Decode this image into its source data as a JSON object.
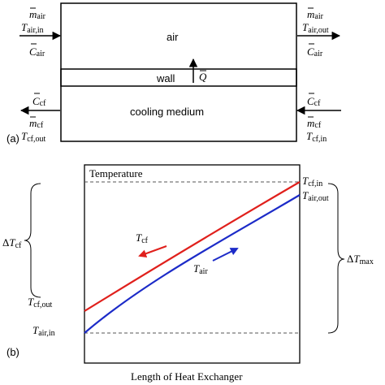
{
  "panel_a": {
    "label": "(a)",
    "air_label": "air",
    "wall_label": "wall",
    "cooling_label": "cooling medium",
    "q_symbol": "Q",
    "left_top": {
      "m": "m",
      "m_sub": "air",
      "t": "T",
      "t_sub": "air,in",
      "c": "C",
      "c_sub": "air"
    },
    "right_top": {
      "m": "m",
      "m_sub": "air",
      "t": "T",
      "t_sub": "air,out",
      "c": "C",
      "c_sub": "air"
    },
    "left_bottom": {
      "c": "C",
      "c_sub": "cf",
      "m": "m",
      "m_sub": "cf",
      "t": "T",
      "t_sub": "cf,out"
    },
    "right_bottom": {
      "c": "C",
      "c_sub": "cf",
      "m": "m",
      "m_sub": "cf",
      "t": "T",
      "t_sub": "cf,in"
    }
  },
  "panel_b": {
    "label": "(b)",
    "y_title": "Temperature",
    "x_title": "Length of Heat Exchanger",
    "delta_cf": {
      "d": "Δ",
      "t": "T",
      "sub": "cf"
    },
    "delta_max": {
      "d": "Δ",
      "t": "T",
      "sub": "max"
    },
    "left_labels": {
      "cf_out": {
        "t": "T",
        "sub": "cf,out"
      },
      "air_in": {
        "t": "T",
        "sub": "air,in"
      }
    },
    "right_labels": {
      "cf_in": {
        "t": "T",
        "sub": "cf,in"
      },
      "air_out": {
        "t": "T",
        "sub": "air,out"
      }
    },
    "curve_labels": {
      "cf": {
        "t": "T",
        "sub": "cf"
      },
      "air": {
        "t": "T",
        "sub": "air"
      }
    },
    "colors": {
      "cf": "#e0201c",
      "air": "#1c2bc8",
      "frame": "#000000",
      "dashed": "#555555"
    }
  }
}
